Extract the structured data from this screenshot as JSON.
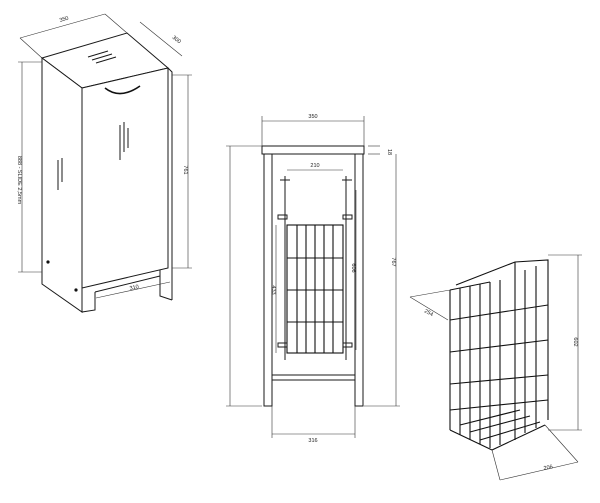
{
  "dimensions": {
    "iso_width": "350",
    "iso_depth": "300",
    "iso_height": "888 - SLIDE 2,5mm",
    "iso_inner_height": "761",
    "iso_inner_width": "310",
    "front_width": "350",
    "front_top_gap": "18",
    "front_basket_width": "210",
    "front_height": "767",
    "front_basket_height": "606",
    "front_basket_inner": "433",
    "front_bottom_width": "316",
    "basket_depth": "254",
    "basket_height": "602",
    "basket_width": "206"
  },
  "colors": {
    "line": "#111111",
    "background": "#ffffff"
  }
}
